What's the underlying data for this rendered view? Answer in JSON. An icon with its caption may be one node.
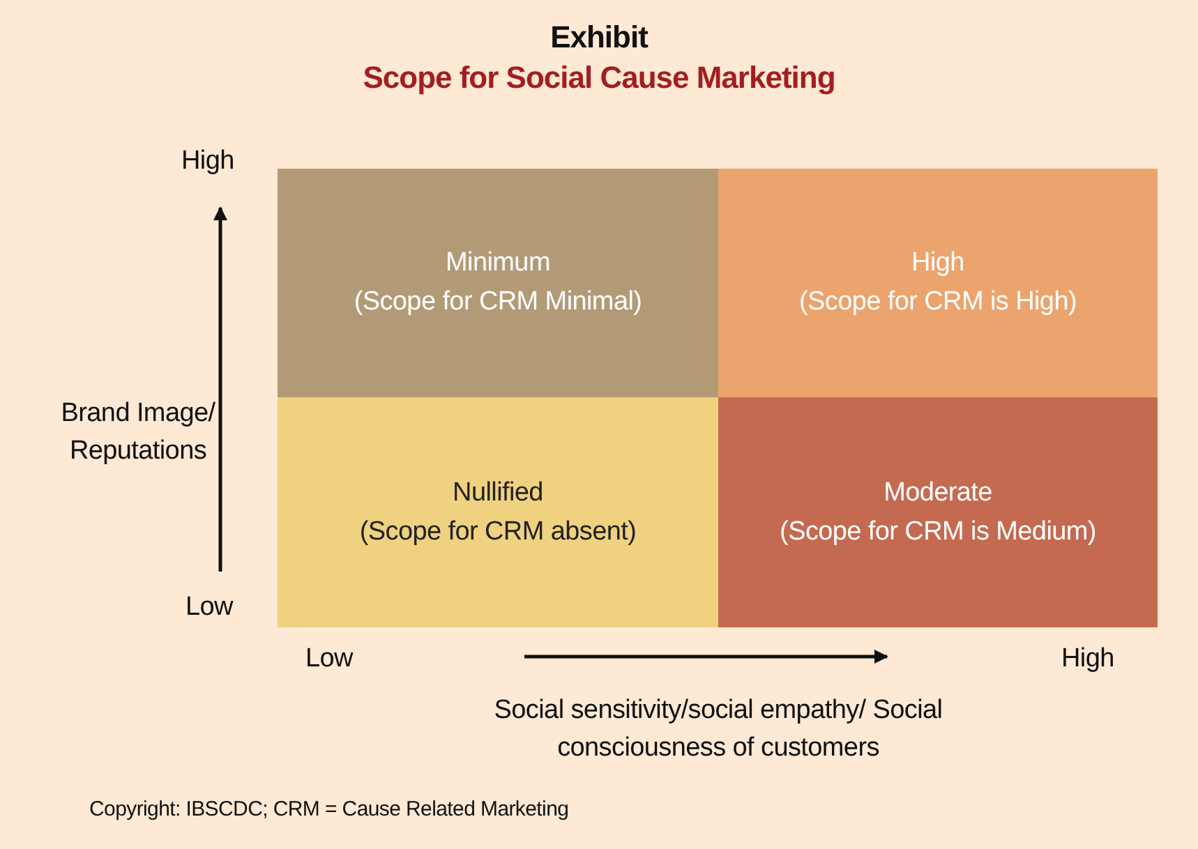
{
  "diagram": {
    "title": "Exhibit",
    "caption": "Scope for Social Cause Marketing",
    "nodes": [
      {
        "text": [
          "Minimum",
          "(Scope for CRM Minimal)"
        ]
      },
      {
        "text": [
          "High",
          "(Scope for CRM is High)"
        ]
      },
      {
        "text": [
          "Nullified",
          "(Scope for CRM absent)"
        ]
      },
      {
        "text": [
          "Moderate",
          "(Scope for CRM is Medium)"
        ]
      }
    ],
    "edges": [],
    "labels": [
      "High",
      "Brand Image/ Reputations",
      "Low",
      "Low",
      "High",
      "Social sensitivity/social empathy/ Social consciousness of customers",
      "Copyright: IBSCDC; CRM = Cause Related Marketing"
    ]
  }
}
